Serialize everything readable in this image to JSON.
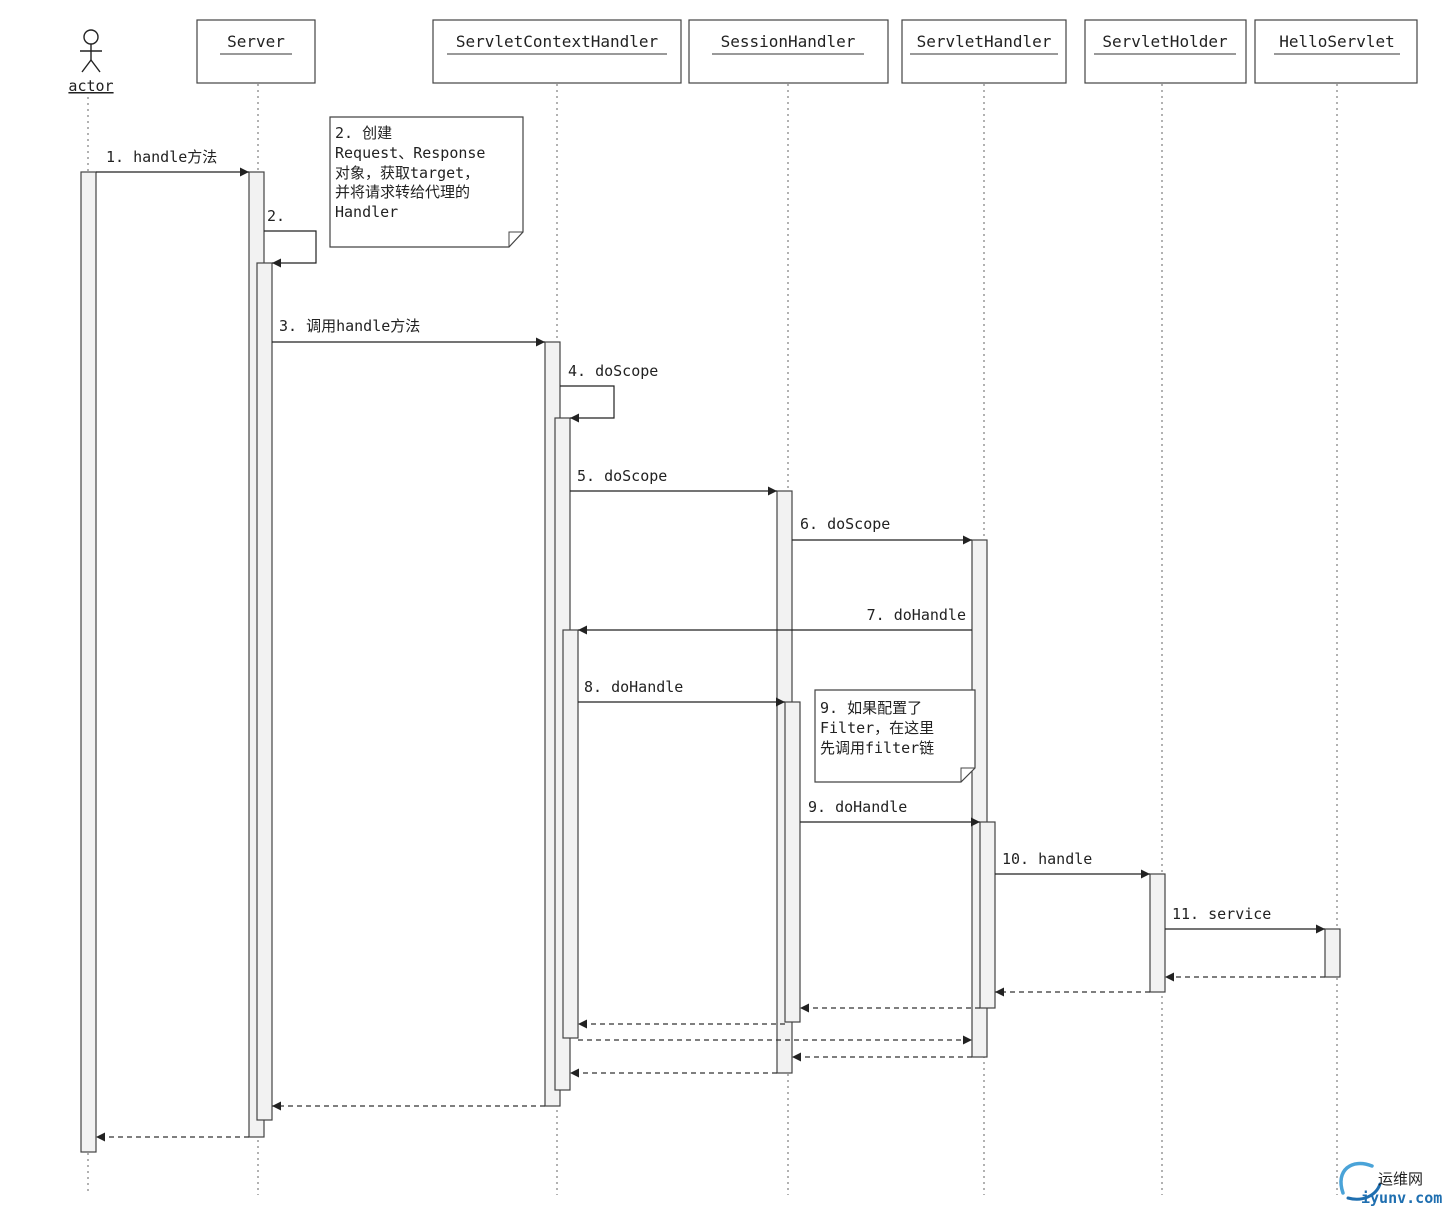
{
  "participants": [
    {
      "id": "actor",
      "label": "actor",
      "kind": "actor"
    },
    {
      "id": "server",
      "label": "Server",
      "kind": "object"
    },
    {
      "id": "sch",
      "label": "ServletContextHandler",
      "kind": "object"
    },
    {
      "id": "sessh",
      "label": "SessionHandler",
      "kind": "object"
    },
    {
      "id": "servh",
      "label": "ServletHandler",
      "kind": "object"
    },
    {
      "id": "holder",
      "label": "ServletHolder",
      "kind": "object"
    },
    {
      "id": "hello",
      "label": "HelloServlet",
      "kind": "object"
    }
  ],
  "messages": [
    {
      "label": "1. handle方法",
      "from": "actor",
      "to": "server",
      "kind": "call"
    },
    {
      "label": "2.",
      "from": "server",
      "to": "server",
      "kind": "self"
    },
    {
      "label": "3. 调用handle方法",
      "from": "server",
      "to": "sch",
      "kind": "call"
    },
    {
      "label": "4. doScope",
      "from": "sch",
      "to": "sch",
      "kind": "self"
    },
    {
      "label": "5. doScope",
      "from": "sch",
      "to": "sessh",
      "kind": "call"
    },
    {
      "label": "6. doScope",
      "from": "sessh",
      "to": "servh",
      "kind": "call"
    },
    {
      "label": "7. doHandle",
      "from": "servh",
      "to": "sch",
      "kind": "call"
    },
    {
      "label": "8. doHandle",
      "from": "sch",
      "to": "sessh",
      "kind": "call"
    },
    {
      "label": "9. doHandle",
      "from": "sessh",
      "to": "servh",
      "kind": "call"
    },
    {
      "label": "10. handle",
      "from": "servh",
      "to": "holder",
      "kind": "call"
    },
    {
      "label": "11. service",
      "from": "holder",
      "to": "hello",
      "kind": "call"
    },
    {
      "label": "",
      "from": "hello",
      "to": "holder",
      "kind": "return"
    },
    {
      "label": "",
      "from": "holder",
      "to": "servh",
      "kind": "return"
    },
    {
      "label": "",
      "from": "servh",
      "to": "sessh",
      "kind": "return"
    },
    {
      "label": "",
      "from": "sessh",
      "to": "sch",
      "kind": "return"
    },
    {
      "label": "",
      "from": "sch",
      "to": "servh",
      "kind": "return"
    },
    {
      "label": "",
      "from": "servh",
      "to": "sessh",
      "kind": "return"
    },
    {
      "label": "",
      "from": "sessh",
      "to": "sch",
      "kind": "return"
    },
    {
      "label": "",
      "from": "sch",
      "to": "server",
      "kind": "return"
    },
    {
      "label": "",
      "from": "server",
      "to": "actor",
      "kind": "return"
    }
  ],
  "notes": [
    {
      "lines": [
        "2. 创建",
        "Request、Response",
        "对象，获取target，",
        "并将请求转给代理的",
        "Handler"
      ]
    },
    {
      "lines": [
        "9. 如果配置了",
        "Filter，在这里",
        "先调用filter链"
      ]
    }
  ],
  "watermark": {
    "cn": "运维网",
    "domain": "iyunv.com"
  }
}
